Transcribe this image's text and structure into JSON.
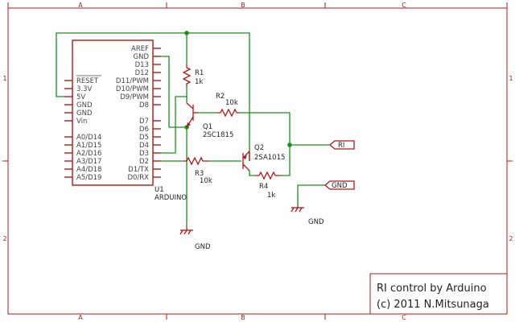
{
  "frame": {
    "col_labels": [
      "A",
      "B",
      "C"
    ],
    "row_labels": [
      "1",
      "2"
    ]
  },
  "arduino": {
    "ref": "U1",
    "value": "ARDUINO",
    "left_pins": [
      "RESET",
      "3.3V",
      "5V",
      "GND",
      "GND",
      "Vin",
      "A0/D14",
      "A1/D15",
      "A2/D16",
      "A3/D17",
      "A4/D18",
      "A5/D19"
    ],
    "right_pins": [
      "AREF",
      "GND",
      "D13",
      "D12",
      "D11/PWM",
      "D10/PWM",
      "D9/PWM",
      "D8",
      "D7",
      "D6",
      "D5",
      "D4",
      "D3",
      "D2",
      "D1/TX",
      "D0/RX"
    ]
  },
  "components": {
    "r1": {
      "ref": "R1",
      "value": "1k"
    },
    "r2": {
      "ref": "R2",
      "value": "10k"
    },
    "r3": {
      "ref": "R3",
      "value": "10k"
    },
    "r4": {
      "ref": "R4",
      "value": "1k"
    },
    "q1": {
      "ref": "Q1",
      "value": "2SC1815"
    },
    "q2": {
      "ref": "Q2",
      "value": "2SA1015"
    }
  },
  "ports": {
    "ri": "RI",
    "gnd": "GND"
  },
  "grounds": [
    "GND",
    "GND"
  ],
  "title_block": {
    "line1": "RI control by Arduino",
    "line2": "(c) 2011 N.Mitsunaga"
  },
  "colors": {
    "frame": "#b01818",
    "part": "#b01818",
    "wire": "#1a8f1a",
    "background": "#ffffff"
  }
}
